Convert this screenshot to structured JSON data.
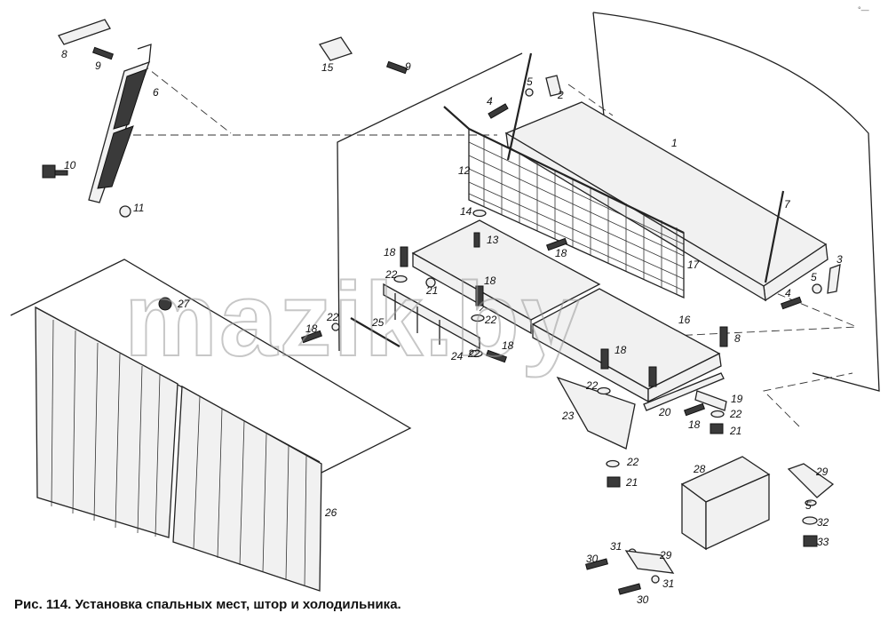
{
  "figure": {
    "caption": "Рис. 114. Установка спальных мест, штор и холодильника.",
    "watermark": "mazik.by",
    "corner_mark": "°—",
    "callouts": [
      "1",
      "2",
      "3",
      "4",
      "4",
      "5",
      "5",
      "5",
      "6",
      "7",
      "8",
      "8",
      "9",
      "9",
      "10",
      "11",
      "12",
      "13",
      "14",
      "15",
      "16",
      "17",
      "18",
      "18",
      "18",
      "18",
      "18",
      "18",
      "18",
      "19",
      "20",
      "21",
      "21",
      "21",
      "22",
      "22",
      "22",
      "22",
      "22",
      "22",
      "22",
      "23",
      "24",
      "25",
      "26",
      "27",
      "28",
      "29",
      "29",
      "30",
      "30",
      "31",
      "31",
      "32",
      "33"
    ]
  }
}
